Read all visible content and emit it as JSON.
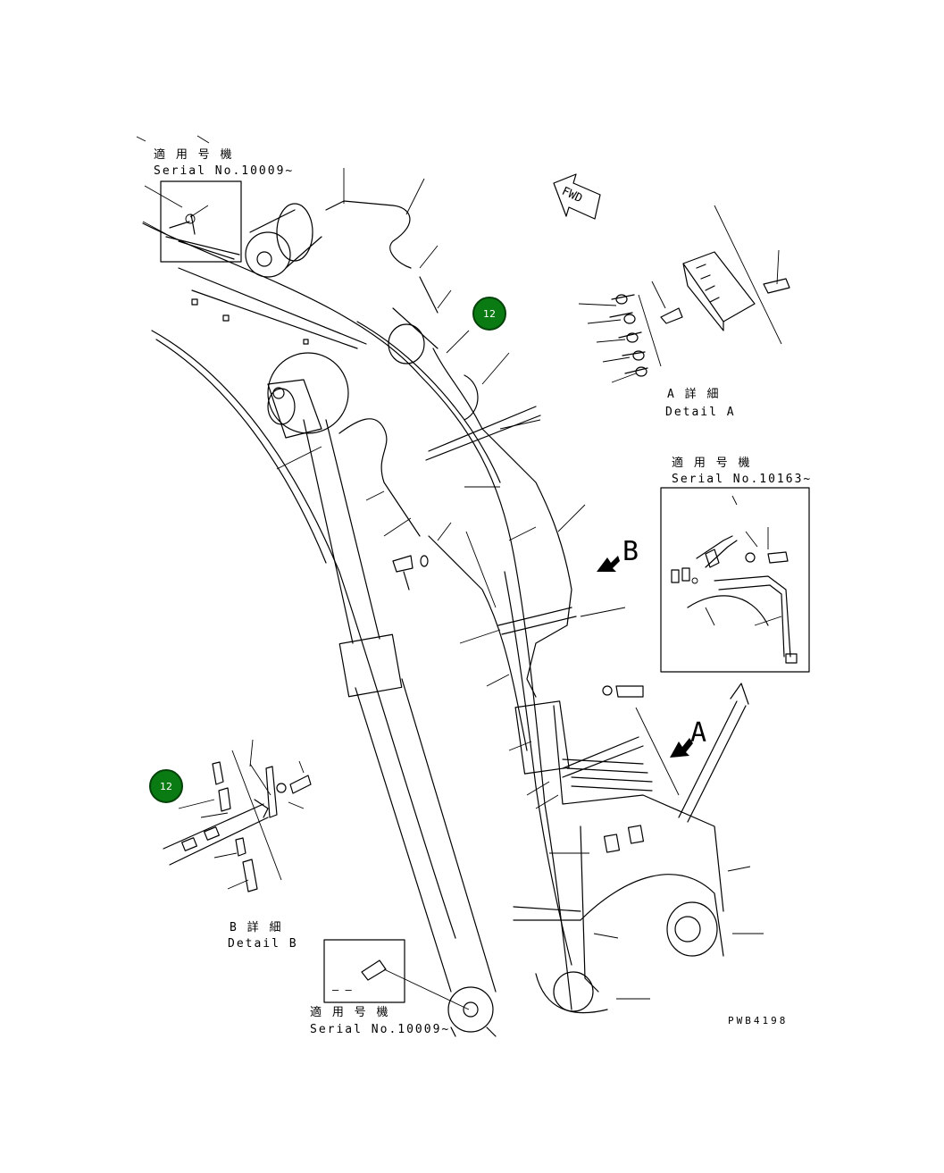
{
  "labels": {
    "serial_top_jp": "適 用 号 機",
    "serial_top_en": "Serial No.10009~",
    "serial_mid_jp": "適 用 号 機",
    "serial_mid_en": "Serial No.10163~",
    "serial_bottom_jp": "適 用 号 機",
    "serial_bottom_en": "Serial No.10009~",
    "detail_a_jp": "A 詳 細",
    "detail_a_en": "Detail A",
    "detail_b_jp": "B 詳 細",
    "detail_b_en": "Detail B",
    "view_a": "A",
    "view_b": "B",
    "fwd": "FWD",
    "drawing_code": "PWB4198",
    "dash": "— —"
  },
  "callouts": [
    {
      "number": "12",
      "color": "#0a7a12"
    },
    {
      "number": "12",
      "color": "#0a7a12"
    }
  ]
}
